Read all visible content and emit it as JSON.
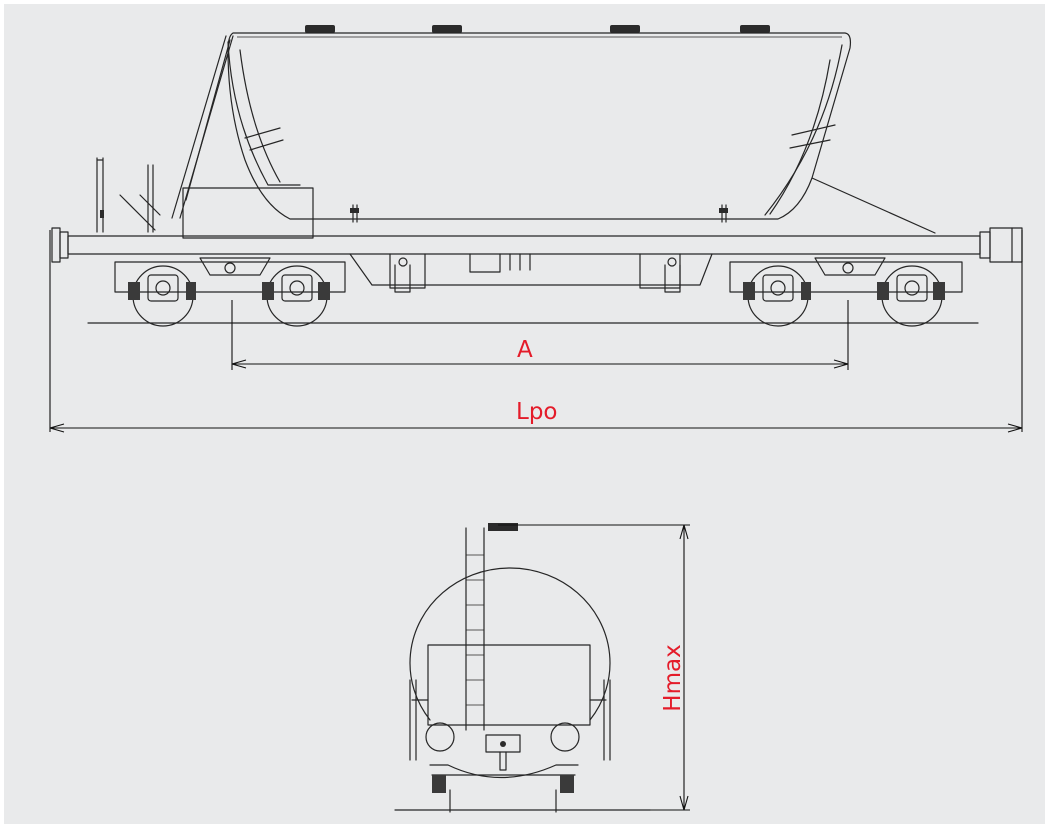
{
  "drawing": {
    "subject": "",
    "views": []
  },
  "dimensions": {
    "bogie_distance": {
      "label": "A"
    },
    "length_over_buffers": {
      "label": "Lpo"
    },
    "max_height": {
      "label": "Hmax"
    }
  },
  "colors": {
    "background": "#e9eaeb",
    "line": "#262626",
    "dimension_label": "#e41c2a"
  }
}
